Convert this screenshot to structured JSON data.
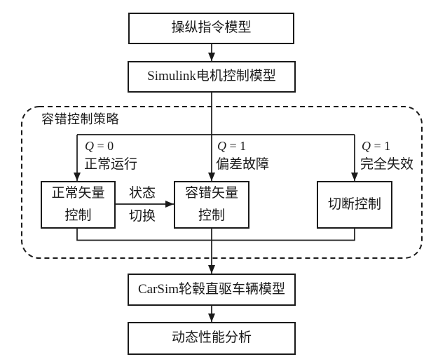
{
  "diagram": {
    "background": "#ffffff",
    "line_color": "#1a1a1a",
    "container": {
      "label": "容错控制策略"
    },
    "nodes": {
      "command": {
        "label": "操纵指令模型"
      },
      "simulink": {
        "label": "Simulink电机控制模型"
      },
      "normal_vector": {
        "label": "正常矢量\n控制"
      },
      "fault_vector": {
        "label": "容错矢量\n控制"
      },
      "cutoff": {
        "label": "切断控制"
      },
      "carsim": {
        "label": "CarSim轮毂直驱车辆模型"
      },
      "analysis": {
        "label": "动态性能分析"
      }
    },
    "branches": {
      "left": {
        "condition": "Q = 0",
        "state": "正常运行"
      },
      "middle": {
        "condition": "Q = 1",
        "state": "偏差故障"
      },
      "right": {
        "condition": "Q = 1",
        "state": "完全失效"
      }
    },
    "switch": {
      "line1": "状态",
      "line2": "切换"
    }
  }
}
